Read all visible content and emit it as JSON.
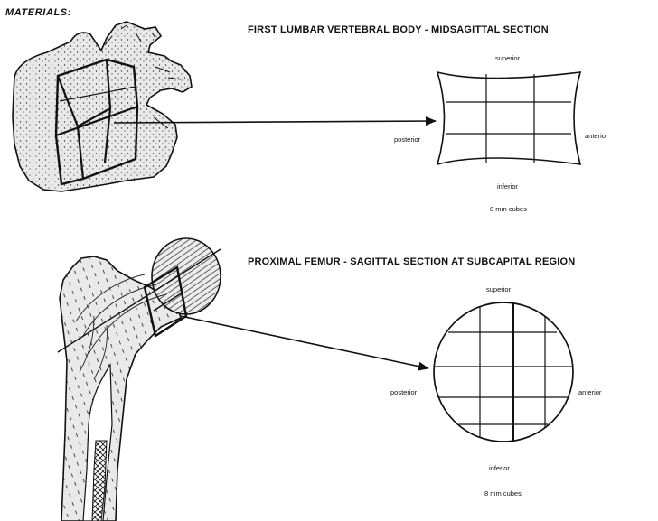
{
  "heading": "MATERIALS:",
  "top_panel": {
    "title": "FIRST LUMBAR VERTEBRAL BODY - MIDSAGITTAL SECTION",
    "superior": "superior",
    "inferior": "inferior",
    "posterior": "posterior",
    "anterior": "anterior",
    "cube_note": "8 mm cubes"
  },
  "bottom_panel": {
    "title": "PROXIMAL FEMUR - SAGITTAL SECTION AT SUBCAPITAL REGION",
    "superior": "superior",
    "inferior": "inferior",
    "posterior": "posterior",
    "anterior": "anterior",
    "cube_note": "8 mm cubes"
  }
}
